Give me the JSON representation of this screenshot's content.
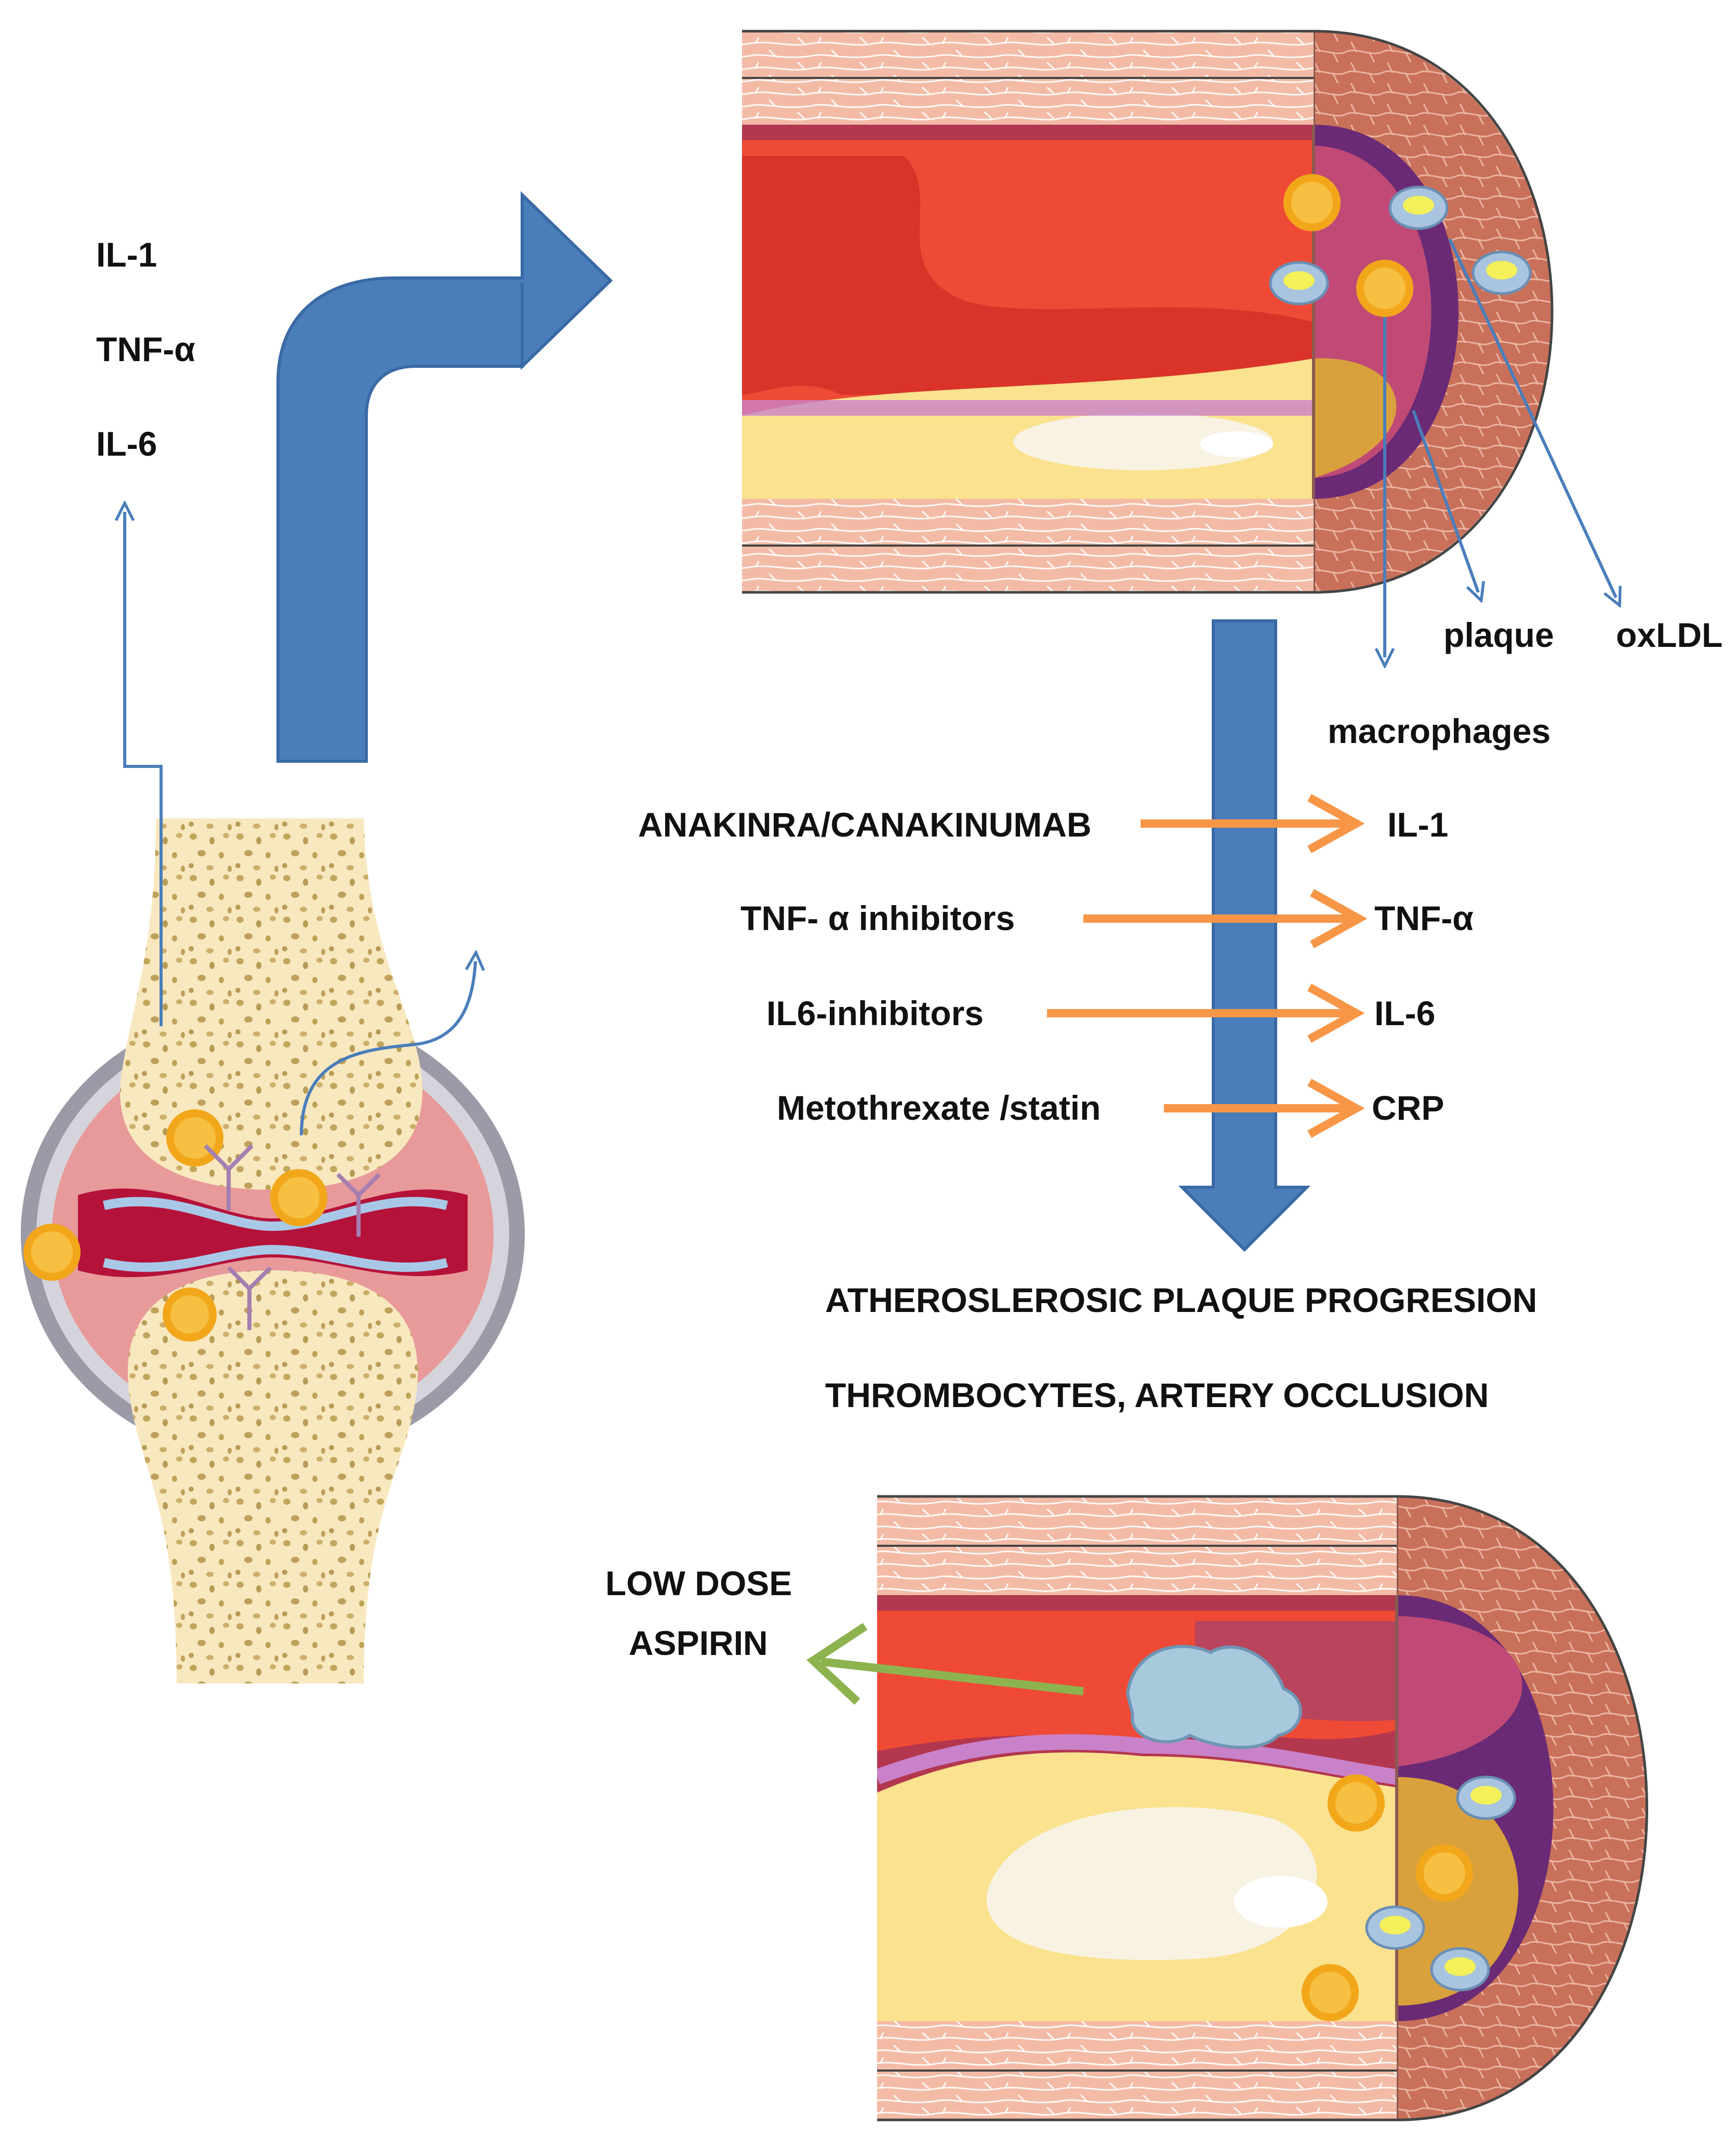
{
  "left_cytokines": [
    "IL-1",
    "TNF-α",
    "IL-6"
  ],
  "artery_labels": {
    "plaque": "plaque",
    "oxldl": "oxLDL",
    "macrophages": "macrophages"
  },
  "therapies": [
    {
      "drug": "ANAKINRA/CANAKINUMAB",
      "target": "IL-1"
    },
    {
      "drug": "TNF- α  inhibitors",
      "target": "TNF-α"
    },
    {
      "drug": "IL6-inhibitors",
      "target": "IL-6"
    },
    {
      "drug": "Metothrexate /statin",
      "target": "CRP"
    }
  ],
  "outcomes": {
    "line1": "ATHEROSLEROSIC PLAQUE PROGRESION",
    "line2": "THROMBOCYTES, ARTERY OCCLUSION"
  },
  "aspirin": {
    "line1": "LOW DOSE",
    "line2": "ASPIRIN"
  },
  "colors": {
    "big_arrow": "#4a7ebb",
    "thin_arrow": "#4a7ebb",
    "orange_arrow": "#f79646",
    "green_arrow": "#8db34f",
    "bone": "#f8e8bf",
    "bone_pore": "#b89a4a",
    "synovium": "#e89a9a",
    "joint_red": "#b5123a",
    "capsule": "#9b9aa6",
    "artery_outer": "#f2b7a2",
    "artery_muscle": "#c9705a",
    "endothelium": "#b3374f",
    "intima_purple": "#6a2a75",
    "lumen_blood": "#ef4a35",
    "lumen_dark": "#c61f1f",
    "plaque_yellow": "#fae28e",
    "plaque_core": "#f7f2e2",
    "plaque_orange": "#d9a13c",
    "macrophage": "#f2a71b",
    "oxldl_shell": "#a9c4de",
    "oxldl_core": "#f3f05a",
    "thrombus": "#a8c9dc"
  }
}
